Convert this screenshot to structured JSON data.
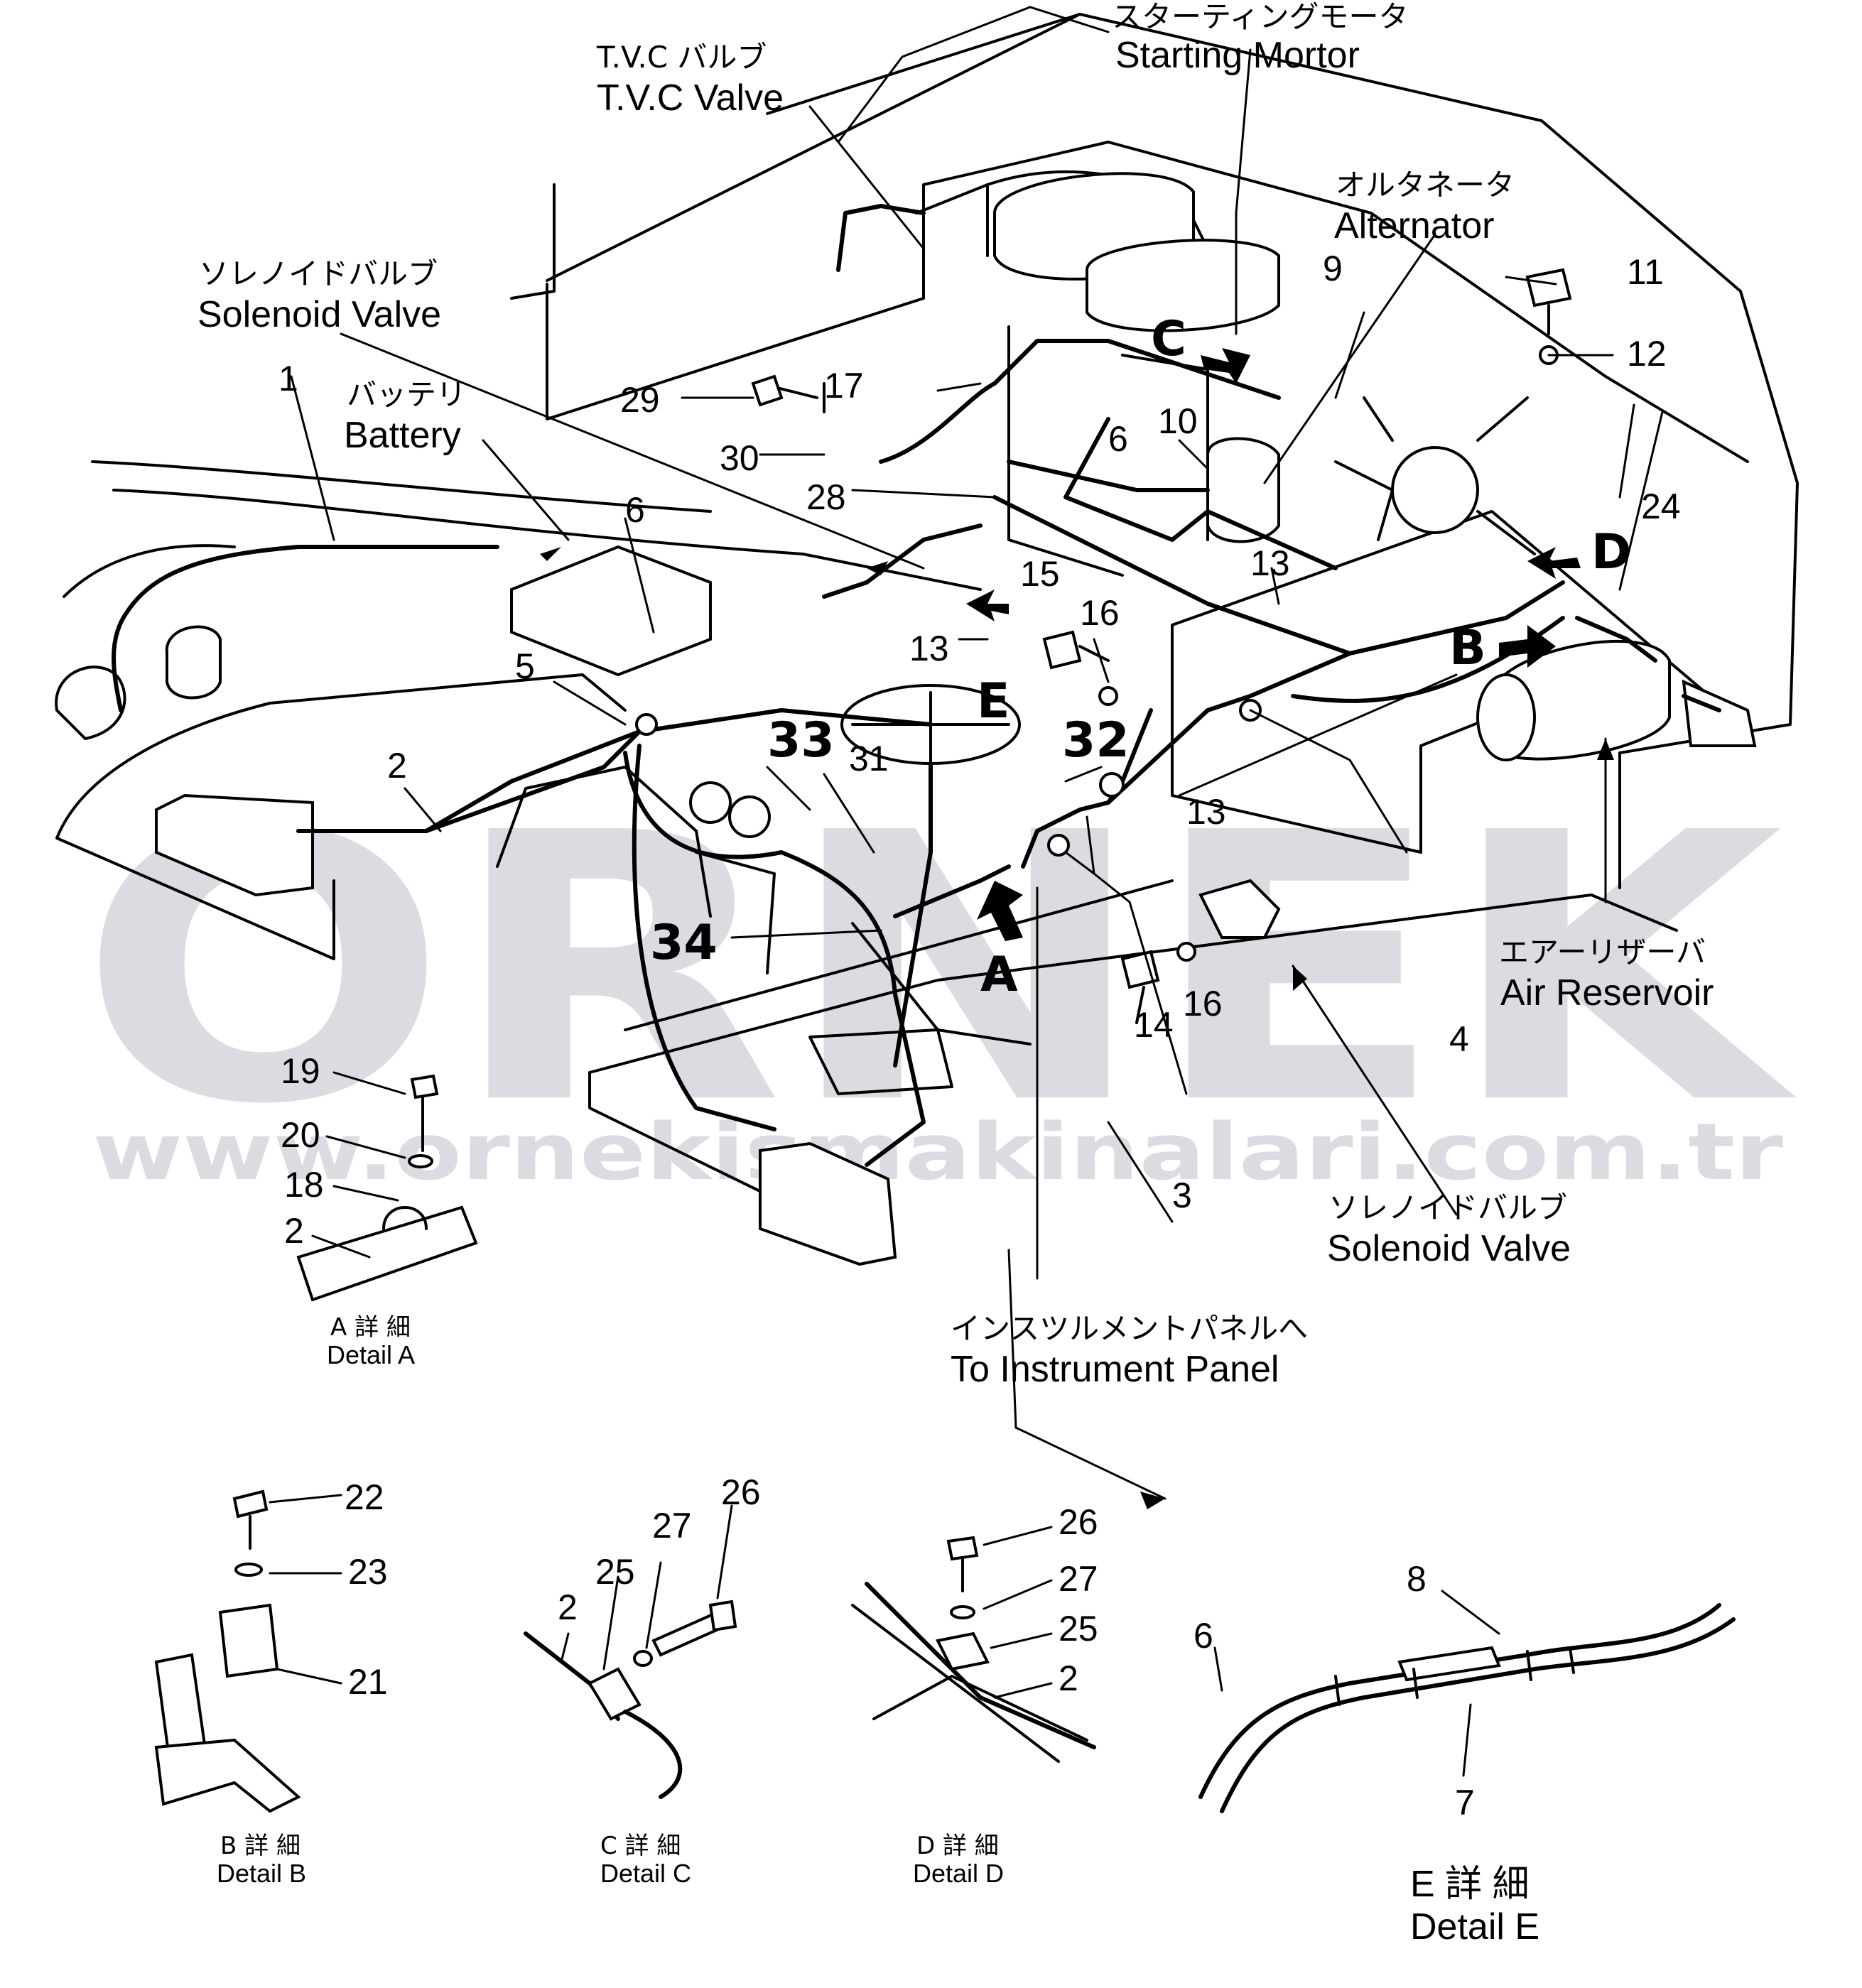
{
  "watermark": {
    "brand": "ORNEK",
    "url": "www.ornekismakinalari.com.tr",
    "color": "#bdbdc9"
  },
  "callouts": {
    "starting_motor": {
      "jp": "スターティングモータ",
      "en": "Starting Mortor"
    },
    "tvc_valve": {
      "jp": "T.V.C バルブ",
      "en": "T.V.C Valve"
    },
    "alternator": {
      "jp": "オルタネータ",
      "en": "Alternator"
    },
    "solenoid_valve_top": {
      "jp": "ソレノイドバルブ",
      "en": "Solenoid Valve"
    },
    "battery": {
      "jp": "バッテリ",
      "en": "Battery"
    },
    "air_reservoir": {
      "jp": "エアーリザーバ",
      "en": "Air Reservoir"
    },
    "solenoid_valve_bottom": {
      "jp": "ソレノイドバルブ",
      "en": "Solenoid Valve"
    },
    "instrument_panel": {
      "jp": "インスツルメントパネルへ",
      "en": "To Instrument Panel"
    }
  },
  "view_letters": {
    "a": "A",
    "b": "B",
    "c": "C",
    "d": "D",
    "e": "E"
  },
  "part_numbers": {
    "p1": "1",
    "p2": "2",
    "p3": "3",
    "p4": "4",
    "p5": "5",
    "p6a": "6",
    "p6b": "6",
    "p9": "9",
    "p10": "10",
    "p11": "11",
    "p12": "12",
    "p13a": "13",
    "p13b": "13",
    "p13c": "13",
    "p14": "14",
    "p15": "15",
    "p16a": "16",
    "p16b": "16",
    "p17": "17",
    "p24": "24",
    "p28": "28",
    "p29": "29",
    "p30": "30",
    "p31": "31",
    "p32": "32",
    "p33": "33",
    "p34": "34"
  },
  "details": {
    "a": {
      "jp": "A 詳 細",
      "en": "Detail A",
      "parts": [
        "19",
        "20",
        "18",
        "2"
      ]
    },
    "b": {
      "jp": "B 詳 細",
      "en": "Detail B",
      "parts": [
        "22",
        "23",
        "21"
      ]
    },
    "c": {
      "jp": "C 詳 細",
      "en": "Detail C",
      "parts": [
        "2",
        "25",
        "27",
        "26"
      ]
    },
    "d": {
      "jp": "D 詳 細",
      "en": "Detail D",
      "parts": [
        "26",
        "27",
        "25",
        "2"
      ]
    },
    "e": {
      "jp": "E 詳 細",
      "en": "Detail E",
      "parts": [
        "8",
        "6",
        "7"
      ]
    }
  }
}
